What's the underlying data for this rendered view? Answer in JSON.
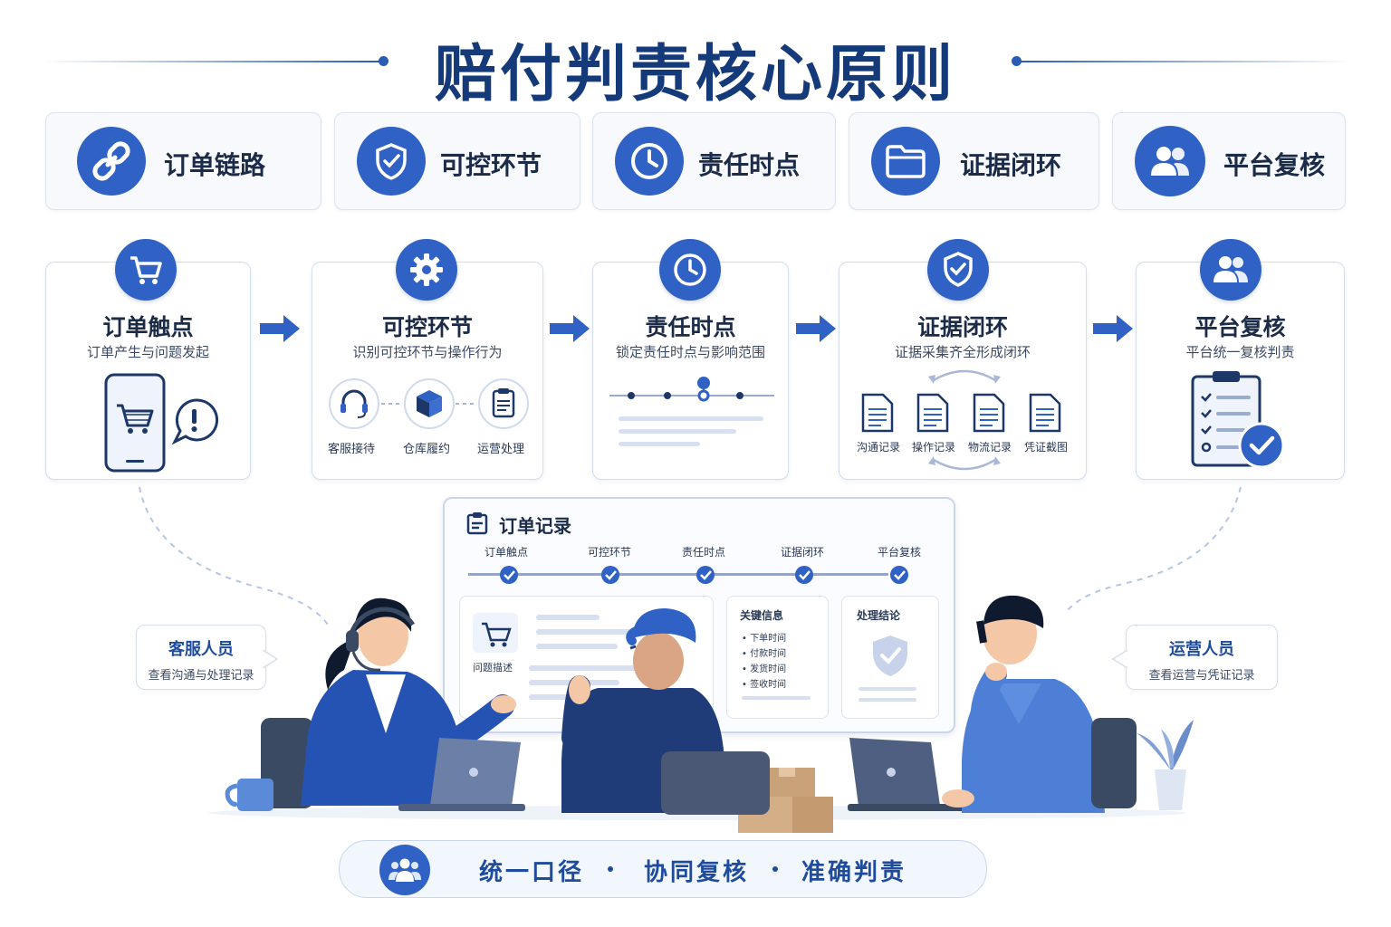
{
  "title": "赔付判责核心原则",
  "principles": [
    {
      "label": "订单链路",
      "icon": "link-icon"
    },
    {
      "label": "可控环节",
      "icon": "shield-check-icon"
    },
    {
      "label": "责任时点",
      "icon": "clock-icon"
    },
    {
      "label": "证据闭环",
      "icon": "folder-icon"
    },
    {
      "label": "平台复核",
      "icon": "users-icon"
    }
  ],
  "steps": [
    {
      "title": "订单触点",
      "subtitle": "订单产生与问题发起",
      "icon": "cart-icon"
    },
    {
      "title": "可控环节",
      "subtitle": "识别可控环节与操作行为",
      "icon": "gear-icon",
      "items": [
        "客服接待",
        "仓库履约",
        "运营处理"
      ]
    },
    {
      "title": "责任时点",
      "subtitle": "锁定责任时点与影响范围",
      "icon": "clock-icon"
    },
    {
      "title": "证据闭环",
      "subtitle": "证据采集齐全形成闭环",
      "icon": "shield-check-icon",
      "items": [
        "沟通记录",
        "操作记录",
        "物流记录",
        "凭证截图"
      ]
    },
    {
      "title": "平台复核",
      "subtitle": "平台统一复核判责",
      "icon": "users-icon"
    }
  ],
  "record_panel": {
    "title": "订单记录",
    "timeline": [
      "订单触点",
      "可控环节",
      "责任时点",
      "证据闭环",
      "平台复核"
    ],
    "issue_label": "问题描述",
    "key_info": {
      "title": "关键信息",
      "items": [
        "下单时间",
        "付款时间",
        "发货时间",
        "签收时间"
      ]
    },
    "conclusion_title": "处理结论"
  },
  "roles": [
    {
      "name": "客服人员",
      "desc": "查看沟通与处理记录"
    },
    {
      "name": "运营人员",
      "desc": "查看运营与凭证记录"
    }
  ],
  "slogan": [
    "统一口径",
    "协同复核",
    "准确判责"
  ],
  "colors": {
    "primary": "#2f62c4",
    "title": "#153a7a",
    "border": "#d3ddee"
  }
}
